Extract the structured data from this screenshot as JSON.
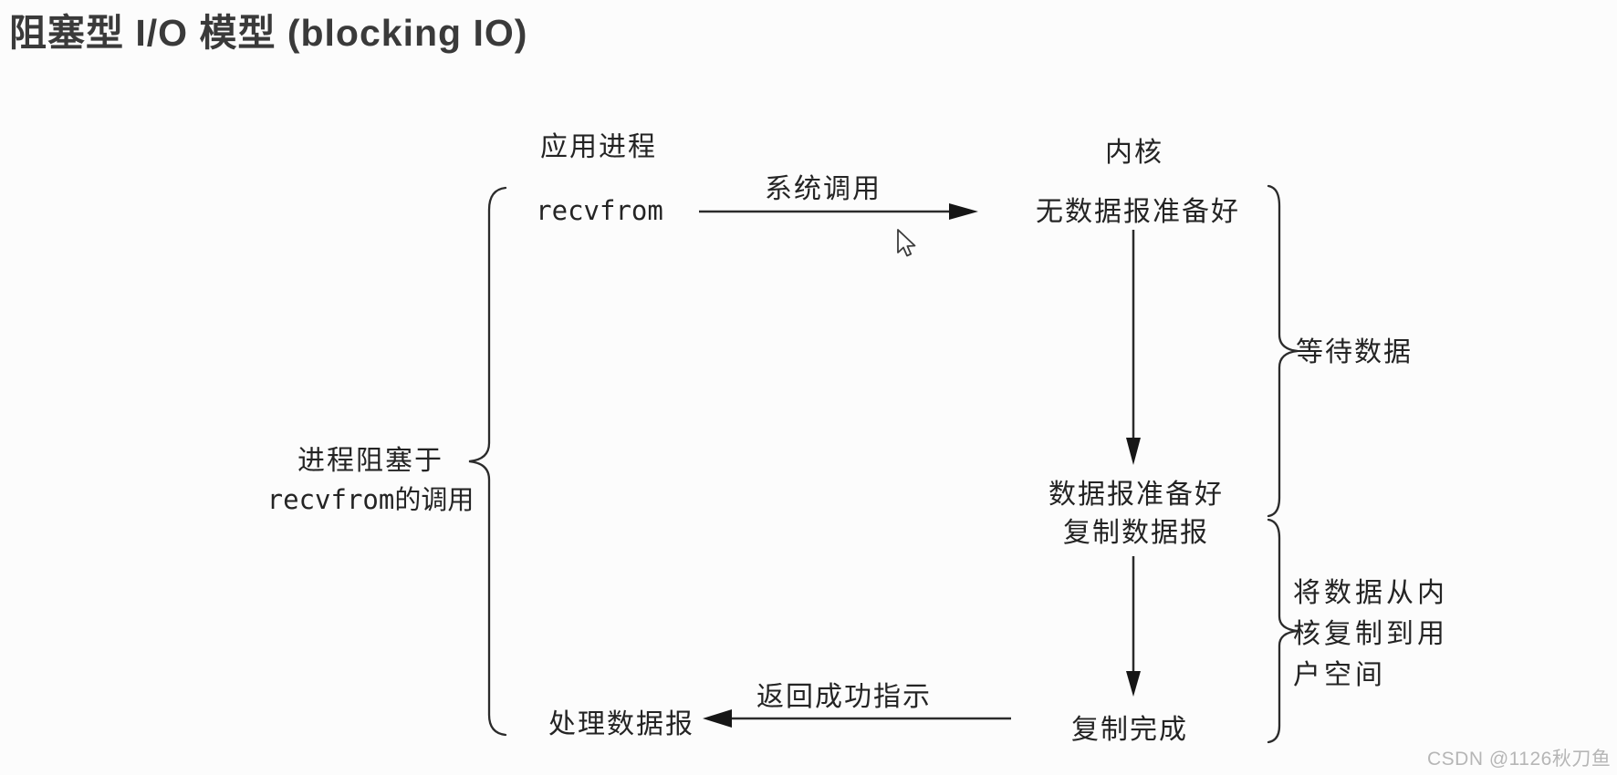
{
  "title": "阻塞型 I/O 模型 (blocking IO)",
  "columns": {
    "app": "应用进程",
    "kernel": "内核"
  },
  "nodes": {
    "recvfrom": "recvfrom",
    "process_datagram": "处理数据报",
    "no_datagram_ready": "无数据报准备好",
    "datagram_ready": "数据报准备好",
    "copy_datagram": "复制数据报",
    "copy_complete": "复制完成"
  },
  "arrows": {
    "syscall_label": "系统调用",
    "return_label": "返回成功指示"
  },
  "annotations": {
    "blocked_line1": "进程阻塞于",
    "blocked_line2": "recvfrom的调用",
    "wait_data": "等待数据",
    "copy_line1": "将数据从内",
    "copy_line2": "核复制到用",
    "copy_line3": "户空间"
  },
  "watermark": "CSDN @1126秋刀鱼",
  "colors": {
    "ink": "#2b2b2b",
    "title": "#3a3a3a",
    "watermark": "#b6b6b6",
    "background": "#fcfcfc"
  }
}
